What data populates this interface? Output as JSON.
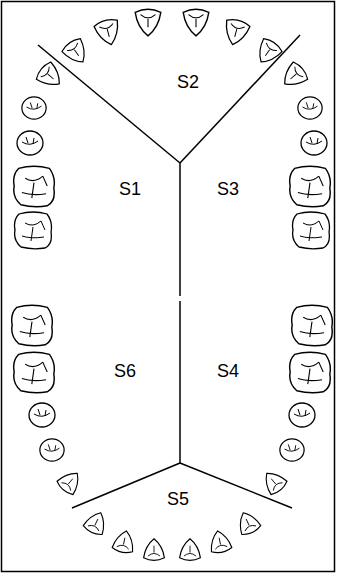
{
  "diagram": {
    "labels": [
      "S2",
      "S1",
      "S3",
      "S6",
      "S4",
      "S5"
    ]
  }
}
